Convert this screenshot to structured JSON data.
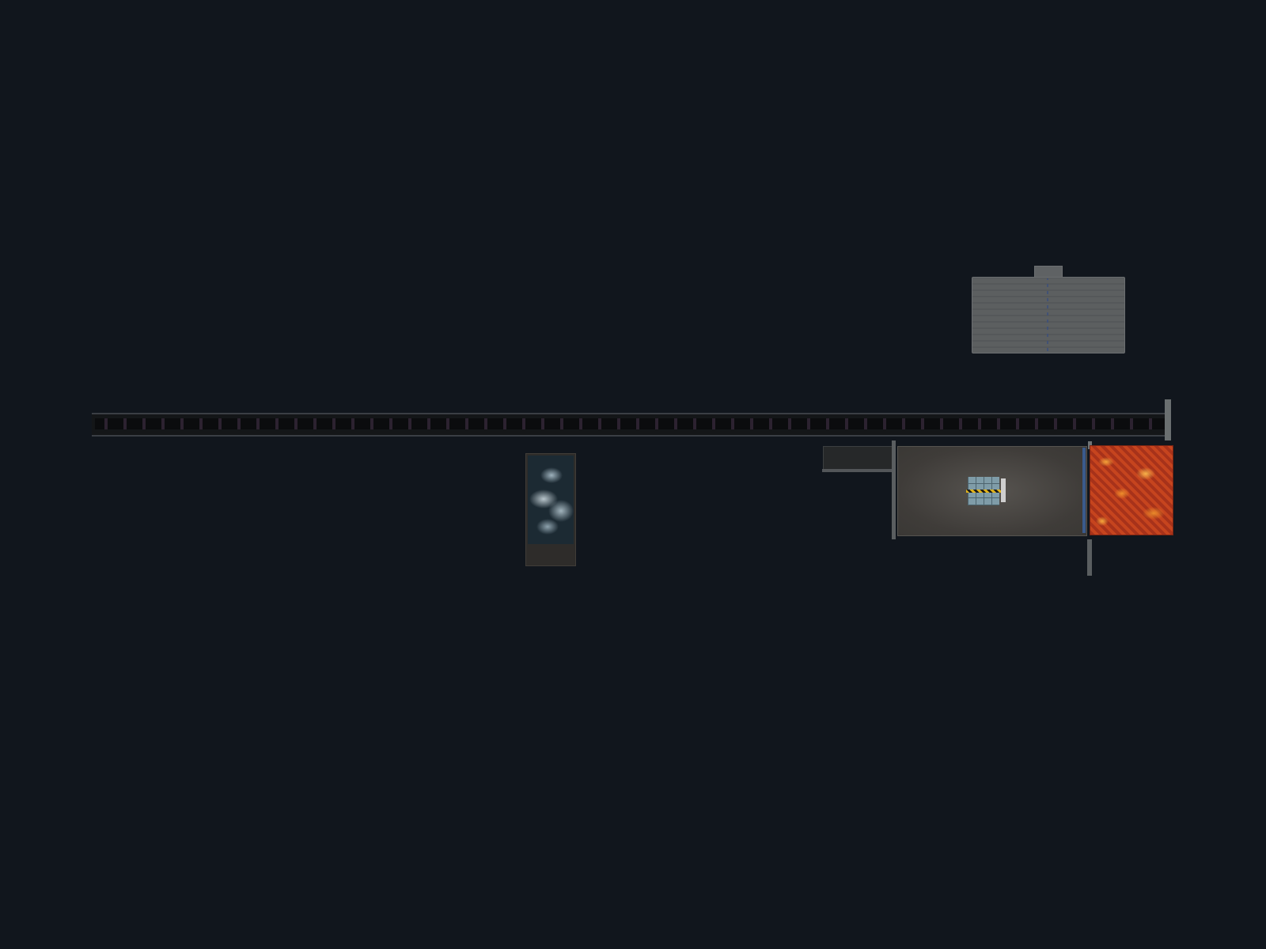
{
  "scene": {
    "background_color": "#11161d",
    "objects": [
      {
        "name": "building",
        "color": "#5c5f60"
      },
      {
        "name": "corridor-rail",
        "color": "#141618"
      },
      {
        "name": "storm-pillar",
        "color": "#1c2a33"
      },
      {
        "name": "grey-room",
        "color": "#4a4744"
      },
      {
        "name": "lava-tile",
        "color": "#b83a1c"
      }
    ]
  }
}
